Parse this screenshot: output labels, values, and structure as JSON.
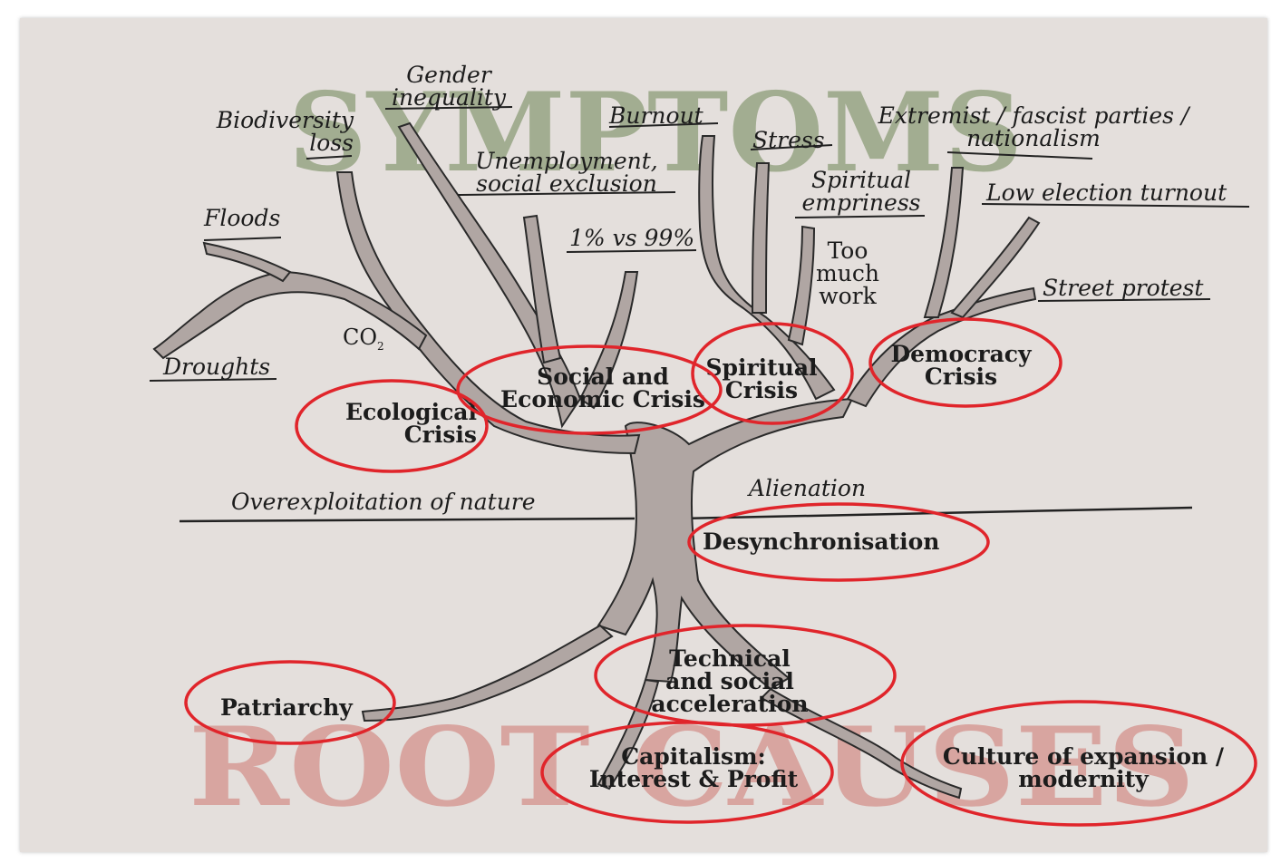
{
  "headings": {
    "symptoms": "SYMPTOMS",
    "root_causes": "ROOT CAUSES"
  },
  "symptoms": {
    "gender": "Gender\ninequality",
    "biodiversity": "Biodiversity\nloss",
    "burnout": "Burnout",
    "stress": "Stress",
    "extremist": "Extremist / fascist parties /\nnationalism",
    "unemployment": "Unemployment,\nsocial exclusion",
    "spiritual_emptiness": "Spiritual\nempriness",
    "low_turnout": "Low election turnout",
    "floods": "Floods",
    "one_percent": "1% vs 99%",
    "too_much_work": "Too\nmuch\nwork",
    "street_protest": "Street protest",
    "co2": "CO",
    "co2_sub": "2",
    "droughts": "Droughts"
  },
  "crises": {
    "social_economic": "Social and\nEconomic Crisis",
    "spiritual": "Spiritual\nCrisis",
    "democracy": "Democracy\nCrisis",
    "ecological": "Ecological\nCrisis"
  },
  "trunk": {
    "overexploitation": "Overexploitation of nature",
    "alienation": "Alienation",
    "desynchronisation": "Desynchronisation"
  },
  "root_causes": {
    "technical": "Technical\nand social\nacceleration",
    "patriarchy": "Patriarchy",
    "capitalism": "Capitalism:\nInterest & Profit",
    "culture": "Culture of expansion /\nmodernity"
  },
  "colors": {
    "background": "#e4dfdc",
    "tree": "#b0a6a3",
    "symptoms_heading": "#97a584",
    "root_heading": "#d69b96",
    "highlight_circle": "#e0252b"
  }
}
